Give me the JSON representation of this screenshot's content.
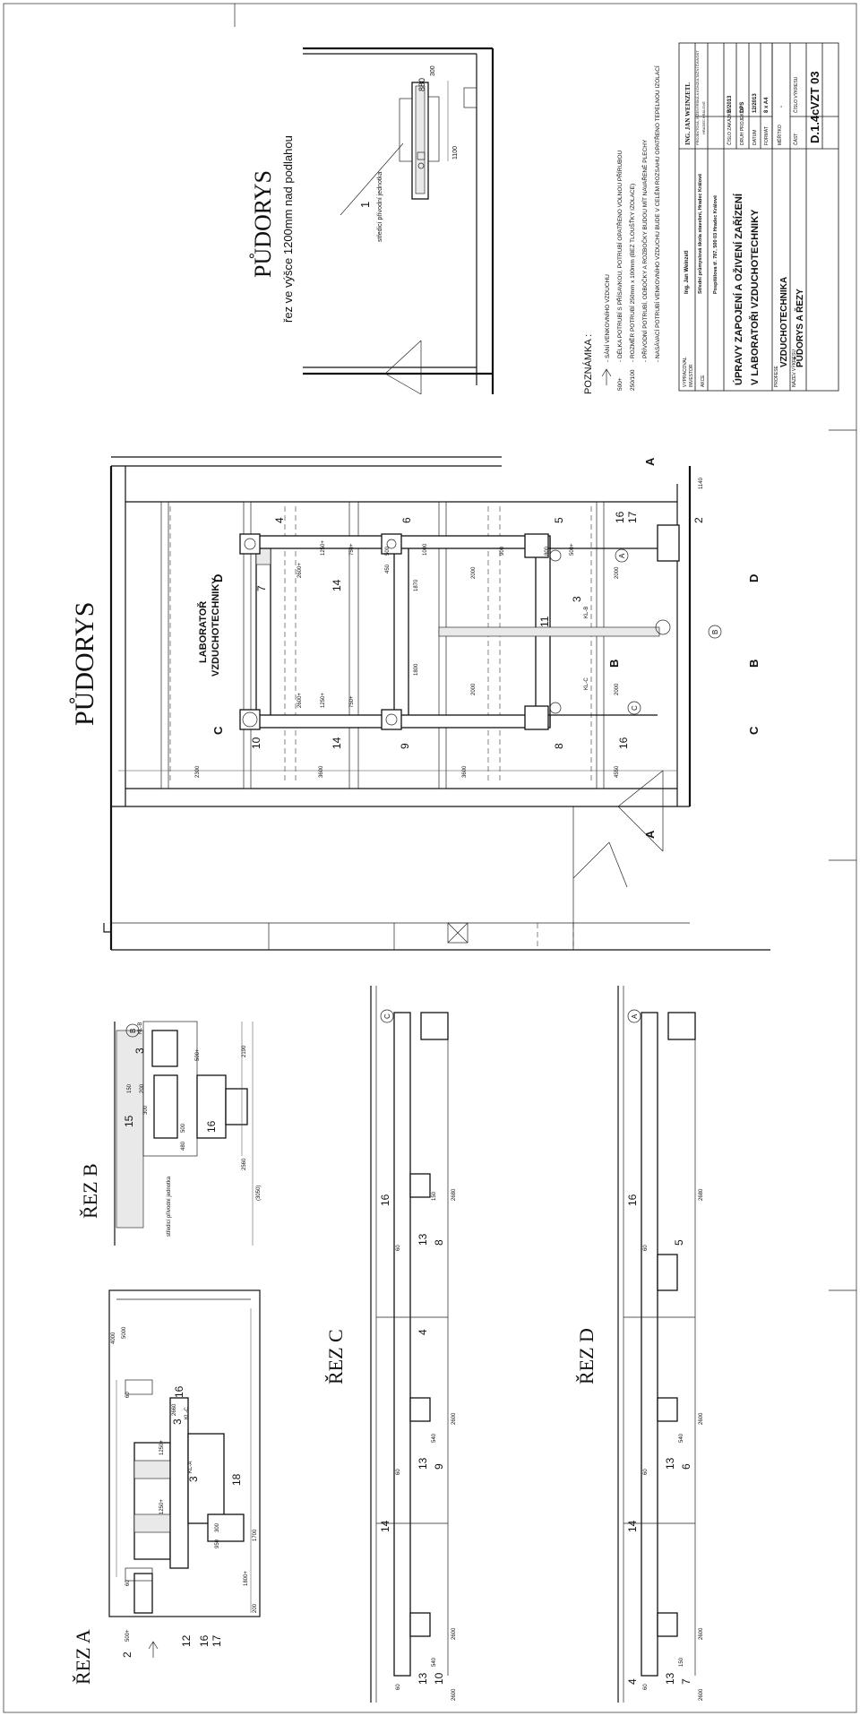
{
  "headings": {
    "pudorys_main": "PŮDORYS",
    "pudorys_small": "PŮDORYS",
    "pudorys_small_sub": "řez ve výšce 1200mm nad podlahou",
    "rez_a": "ŘEZ A",
    "rez_b": "ŘEZ B",
    "rez_c": "ŘEZ C",
    "rez_d": "ŘEZ D"
  },
  "room": {
    "name_line1": "LABORATOŘ",
    "name_line2": "VZDUCHOTECHNIKY"
  },
  "notes": {
    "title": "POZNÁMKA :",
    "items": [
      "- SÁNÍ VENKOVNÍHO VZDUCHU",
      "- DÉLKA POTRUBÍ S PŘÍSAVKOU, POTRUBÍ OPATŘENO VOLNOU PŘÍRUBOU",
      "- ROZMĚR POTRUBÍ 250mm x 100mm (BEZ TLOUŠŤKY IZOLACE)",
      "- PŘÍVODNÍ POTRUBÍ, ODBOČKY A ROZBOČKY BUDOU MÍT NAVAŘENÉ PLECHY",
      "- NASÁVACÍ POTRUBÍ VENKOVNÍHO VZDUCHU BUDE V CELÉM ROZSAHU OPATŘENO TEPELNOU IZOLACÍ"
    ],
    "marks": [
      "500+",
      "250/100"
    ]
  },
  "plan_small": {
    "unit_label": "středicí přívodní jednotka",
    "marks": [
      "1",
      "880",
      "300",
      "1100"
    ]
  },
  "plan_main": {
    "position_numbers": [
      "4",
      "6",
      "5",
      "16",
      "17",
      "2",
      "7",
      "14",
      "3",
      "11",
      "10",
      "9",
      "8",
      "16",
      "14"
    ],
    "circle_marks": [
      "A",
      "B",
      "C"
    ],
    "section_marks": [
      "A",
      "B",
      "C",
      "D"
    ],
    "dimensions": [
      "2300",
      "3600",
      "3600",
      "4550",
      "1140",
      "1870",
      "1800",
      "2000",
      "2000",
      "2000",
      "2000",
      "1000",
      "900",
      "800",
      "2600+",
      "2600+",
      "500+",
      "450",
      "500",
      "750+",
      "750+",
      "1250+",
      "1250+"
    ],
    "tags": [
      "KL-B",
      "KL-C"
    ]
  },
  "section_a": {
    "marks": [
      "2",
      "12",
      "16",
      "17",
      "3",
      "3",
      "16",
      "18"
    ],
    "tags": [
      "KL-A",
      "KL-C"
    ],
    "dimensions": [
      "4000",
      "5000",
      "1250+",
      "1250+",
      "2660",
      "1800+",
      "200",
      "950",
      "1700",
      "60",
      "60",
      "500+",
      "300"
    ]
  },
  "section_b": {
    "marks": [
      "15",
      "16",
      "3",
      "B"
    ],
    "tags": [
      "KL-B"
    ],
    "note": "středicí přívodní jednotka",
    "dimensions": [
      "150",
      "200",
      "300",
      "480",
      "500",
      "500+",
      "2190",
      "2560",
      "(3050)"
    ]
  },
  "section_c": {
    "marks": [
      "16",
      "13",
      "8",
      "4",
      "13",
      "9",
      "14",
      "13",
      "10",
      "C"
    ],
    "dimensions": [
      "2680",
      "2600",
      "2600",
      "2600",
      "60",
      "60",
      "60",
      "540",
      "540",
      "150"
    ]
  },
  "section_d": {
    "marks": [
      "16",
      "5",
      "13",
      "6",
      "14",
      "13",
      "7",
      "4",
      "A"
    ],
    "dimensions": [
      "2680",
      "2600",
      "2600",
      "2600",
      "60",
      "60",
      "60",
      "540",
      "150"
    ]
  },
  "title_block": {
    "firm_name": "ING. JAN WEINZETL",
    "firm_sub1": "PROJEKTOVÁ, INŽENÝRSKÁ A KONZULTAČNÍ ČINNOST",
    "firm_sub2": "HRADEC KRÁLOVÉ",
    "author": "Ing. Jan Weinzetl",
    "investor": "Střední průmyslová škola stavební, Hradec Králové",
    "address": "Pospíšilova tř. 787, 500 03 Hradec Králové",
    "labels": [
      "VYPRACOVAL",
      "INVESTOR",
      "AKCE",
      "PROFESE",
      "NÁZEV VÝKRESU",
      "ČÍSLO ZAKÁZKY",
      "DRUH PROJEKTU",
      "DATUM",
      "FORMÁT",
      "MĚŘÍTKO",
      "ČÁST",
      "ČÍSLO VÝKRESU"
    ],
    "project_title_line1": "ÚPRAVY ZAPOJENÍ A OŽIVENÍ ZAŘÍZENÍ",
    "project_title_line2": "V LABORATOŘI VZDUCHOTECHNIKY",
    "profession": "VZDUCHOTECHNIKA",
    "drawing_title": "PŮDORYS A ŘEZY",
    "order_no": "B/2013",
    "project_type": "DPS",
    "date": "12/2013",
    "format": "8 x A4",
    "scale": "-",
    "part": "D.1.4c",
    "drawing_no": "VZT 03"
  }
}
